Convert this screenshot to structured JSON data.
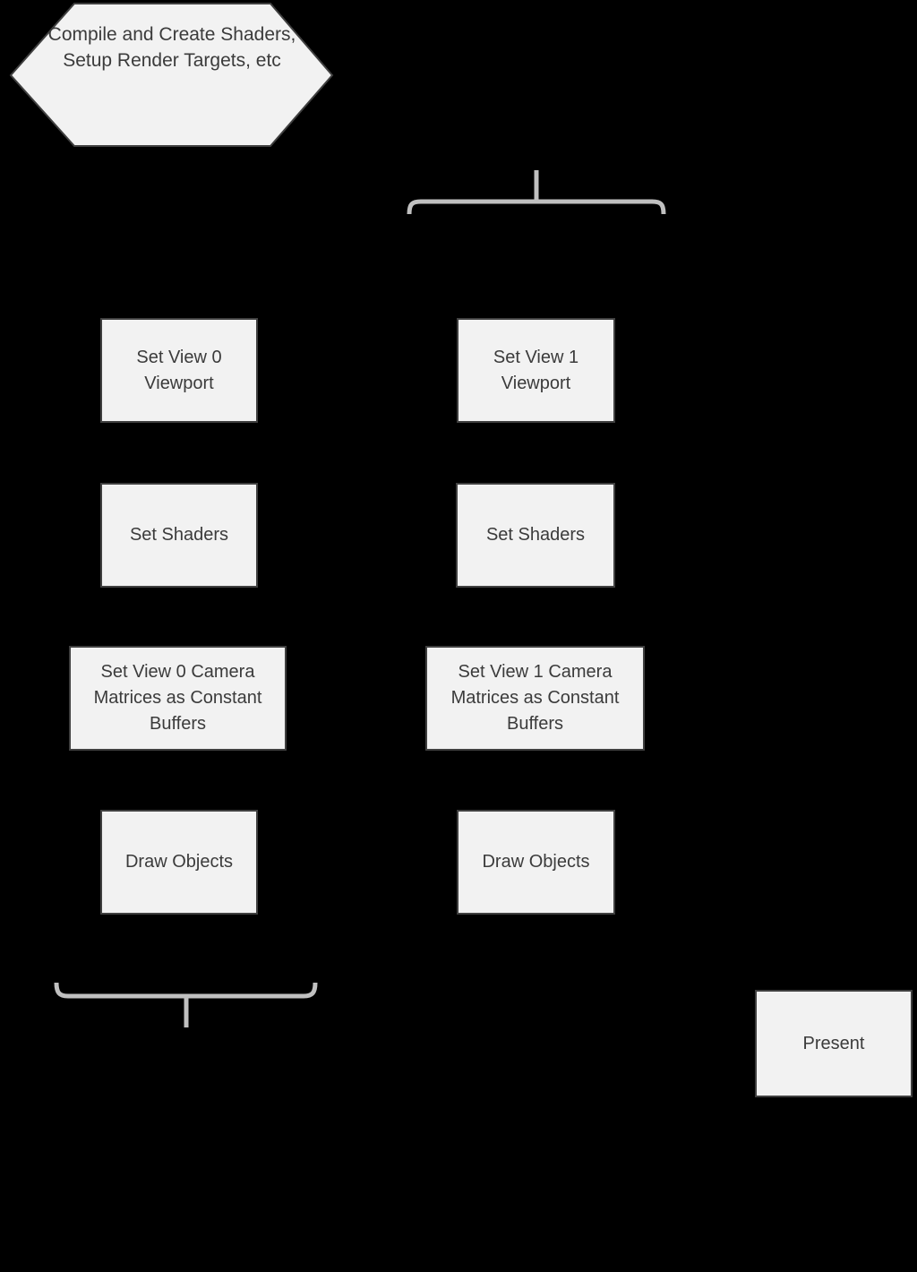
{
  "colors": {
    "background": "#000000",
    "node_fill": "#f2f2f2",
    "node_border": "#404040",
    "node_text": "#3b3b3b",
    "brace": "#c0c0c0"
  },
  "hexagon": {
    "lines": [
      "Compile and",
      "Create Shaders,",
      "Setup Render",
      "Targets, etc"
    ]
  },
  "columns": {
    "left": {
      "viewport": "Set View 0 Viewport",
      "shaders": "Set Shaders",
      "camera": "Set  View 0 Camera Matrices as Constant Buffers",
      "draw": "Draw Objects"
    },
    "right": {
      "viewport": "Set View 1 Viewport",
      "shaders": "Set Shaders",
      "camera": "Set View 1 Camera Matrices as Constant Buffers",
      "draw": "Draw Objects"
    }
  },
  "present": "Present"
}
